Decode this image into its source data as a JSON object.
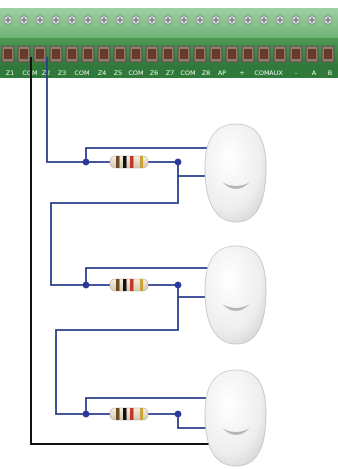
{
  "terminal_block": {
    "labels": [
      "Z1",
      "COM",
      "Z2",
      "Z3",
      "COM",
      "Z4",
      "Z5",
      "COM",
      "Z6",
      "Z7",
      "COM",
      "Z8",
      "AP",
      "+",
      "COM",
      "AUX",
      "-",
      "A",
      "B"
    ],
    "colors": {
      "board": "#3f8f4a",
      "board_light": "#7fc286",
      "screw_body": "#8c7a6e",
      "screw_slot": "#6b3b2a",
      "label_band": "#2f7a3a"
    }
  },
  "wiring": {
    "colors": {
      "zone_wire": "#2b3f8f",
      "common_wire": "#111111",
      "junction": "#2a3a9a"
    }
  },
  "resistor": {
    "count": 3,
    "bands": [
      "#6b4a2a",
      "#111111",
      "#c2372c",
      "#c9a23a"
    ],
    "body_color": "#e9dfcc"
  },
  "detectors": {
    "count": 3,
    "icon": "pir-motion-detector-icon",
    "color": "#f2f2f2"
  }
}
